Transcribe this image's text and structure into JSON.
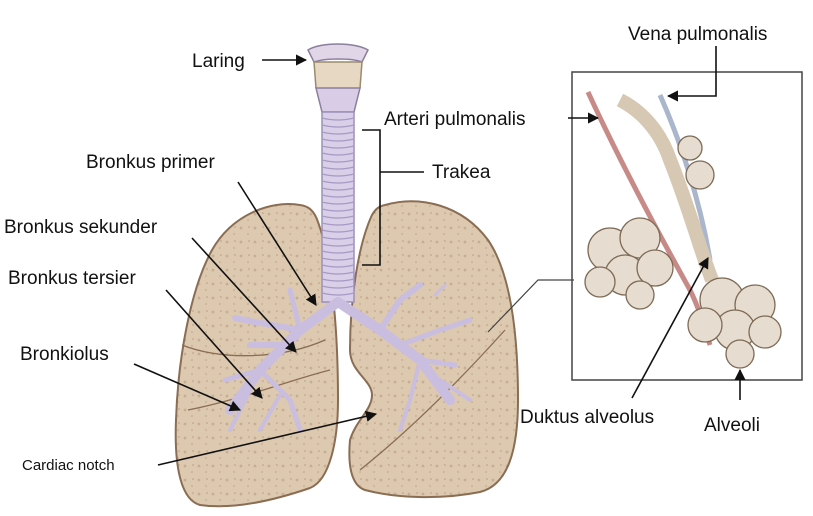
{
  "labels": {
    "laring": "Laring",
    "vena_pulmonalis": "Vena pulmonalis",
    "arteri_pulmonalis": "Arteri pulmonalis",
    "trakea": "Trakea",
    "bronkus_primer": "Bronkus primer",
    "bronkus_sekunder": "Bronkus sekunder",
    "bronkus_tersier": "Bronkus tersier",
    "bronkiolus": "Bronkiolus",
    "cardiac_notch": "Cardiac notch",
    "duktus_alveolus": "Duktus alveolus",
    "alveoli": "Alveoli"
  },
  "colors": {
    "lung_fill": "#d9c6ad",
    "lung_stroke": "#8a6d52",
    "airway": "#d6cbe8",
    "airway_stroke": "#9d8fb8",
    "vessel_red": "#c78a86",
    "vessel_blue": "#a9b6cc",
    "alveoli_fill": "#e6dcd0"
  }
}
